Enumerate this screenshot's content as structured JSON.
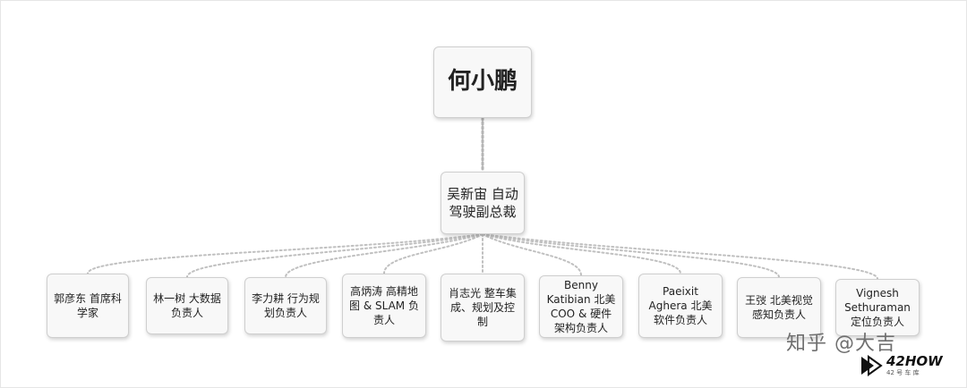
{
  "root": {
    "label": "何小鹏"
  },
  "mid": {
    "label": "吴新宙 自动驾驶副总裁"
  },
  "leaves": [
    {
      "label": "郭彦东 首席科学家"
    },
    {
      "label": "林一树 大数据负责人"
    },
    {
      "label": "李力耕 行为规划负责人"
    },
    {
      "label": "高炳涛 高精地图 & SLAM 负责人"
    },
    {
      "label": "肖志光 整车集成、规划及控制"
    },
    {
      "label": "Benny Katibian 北美 COO & 硬件架构负责人"
    },
    {
      "label": "Paeixit Aghera 北美软件负责人"
    },
    {
      "label": "王弢 北美视觉感知负责人"
    },
    {
      "label": "Vignesh Sethuraman 定位负责人"
    }
  ],
  "watermark": {
    "text": "知乎 @大吉"
  },
  "brand": {
    "name": "42HOW",
    "sub": "42 号 车 库"
  },
  "colors": {
    "connector": "#b5b5b5",
    "node_bg": "#f8f8f8",
    "node_border": "#cfcfcf"
  }
}
